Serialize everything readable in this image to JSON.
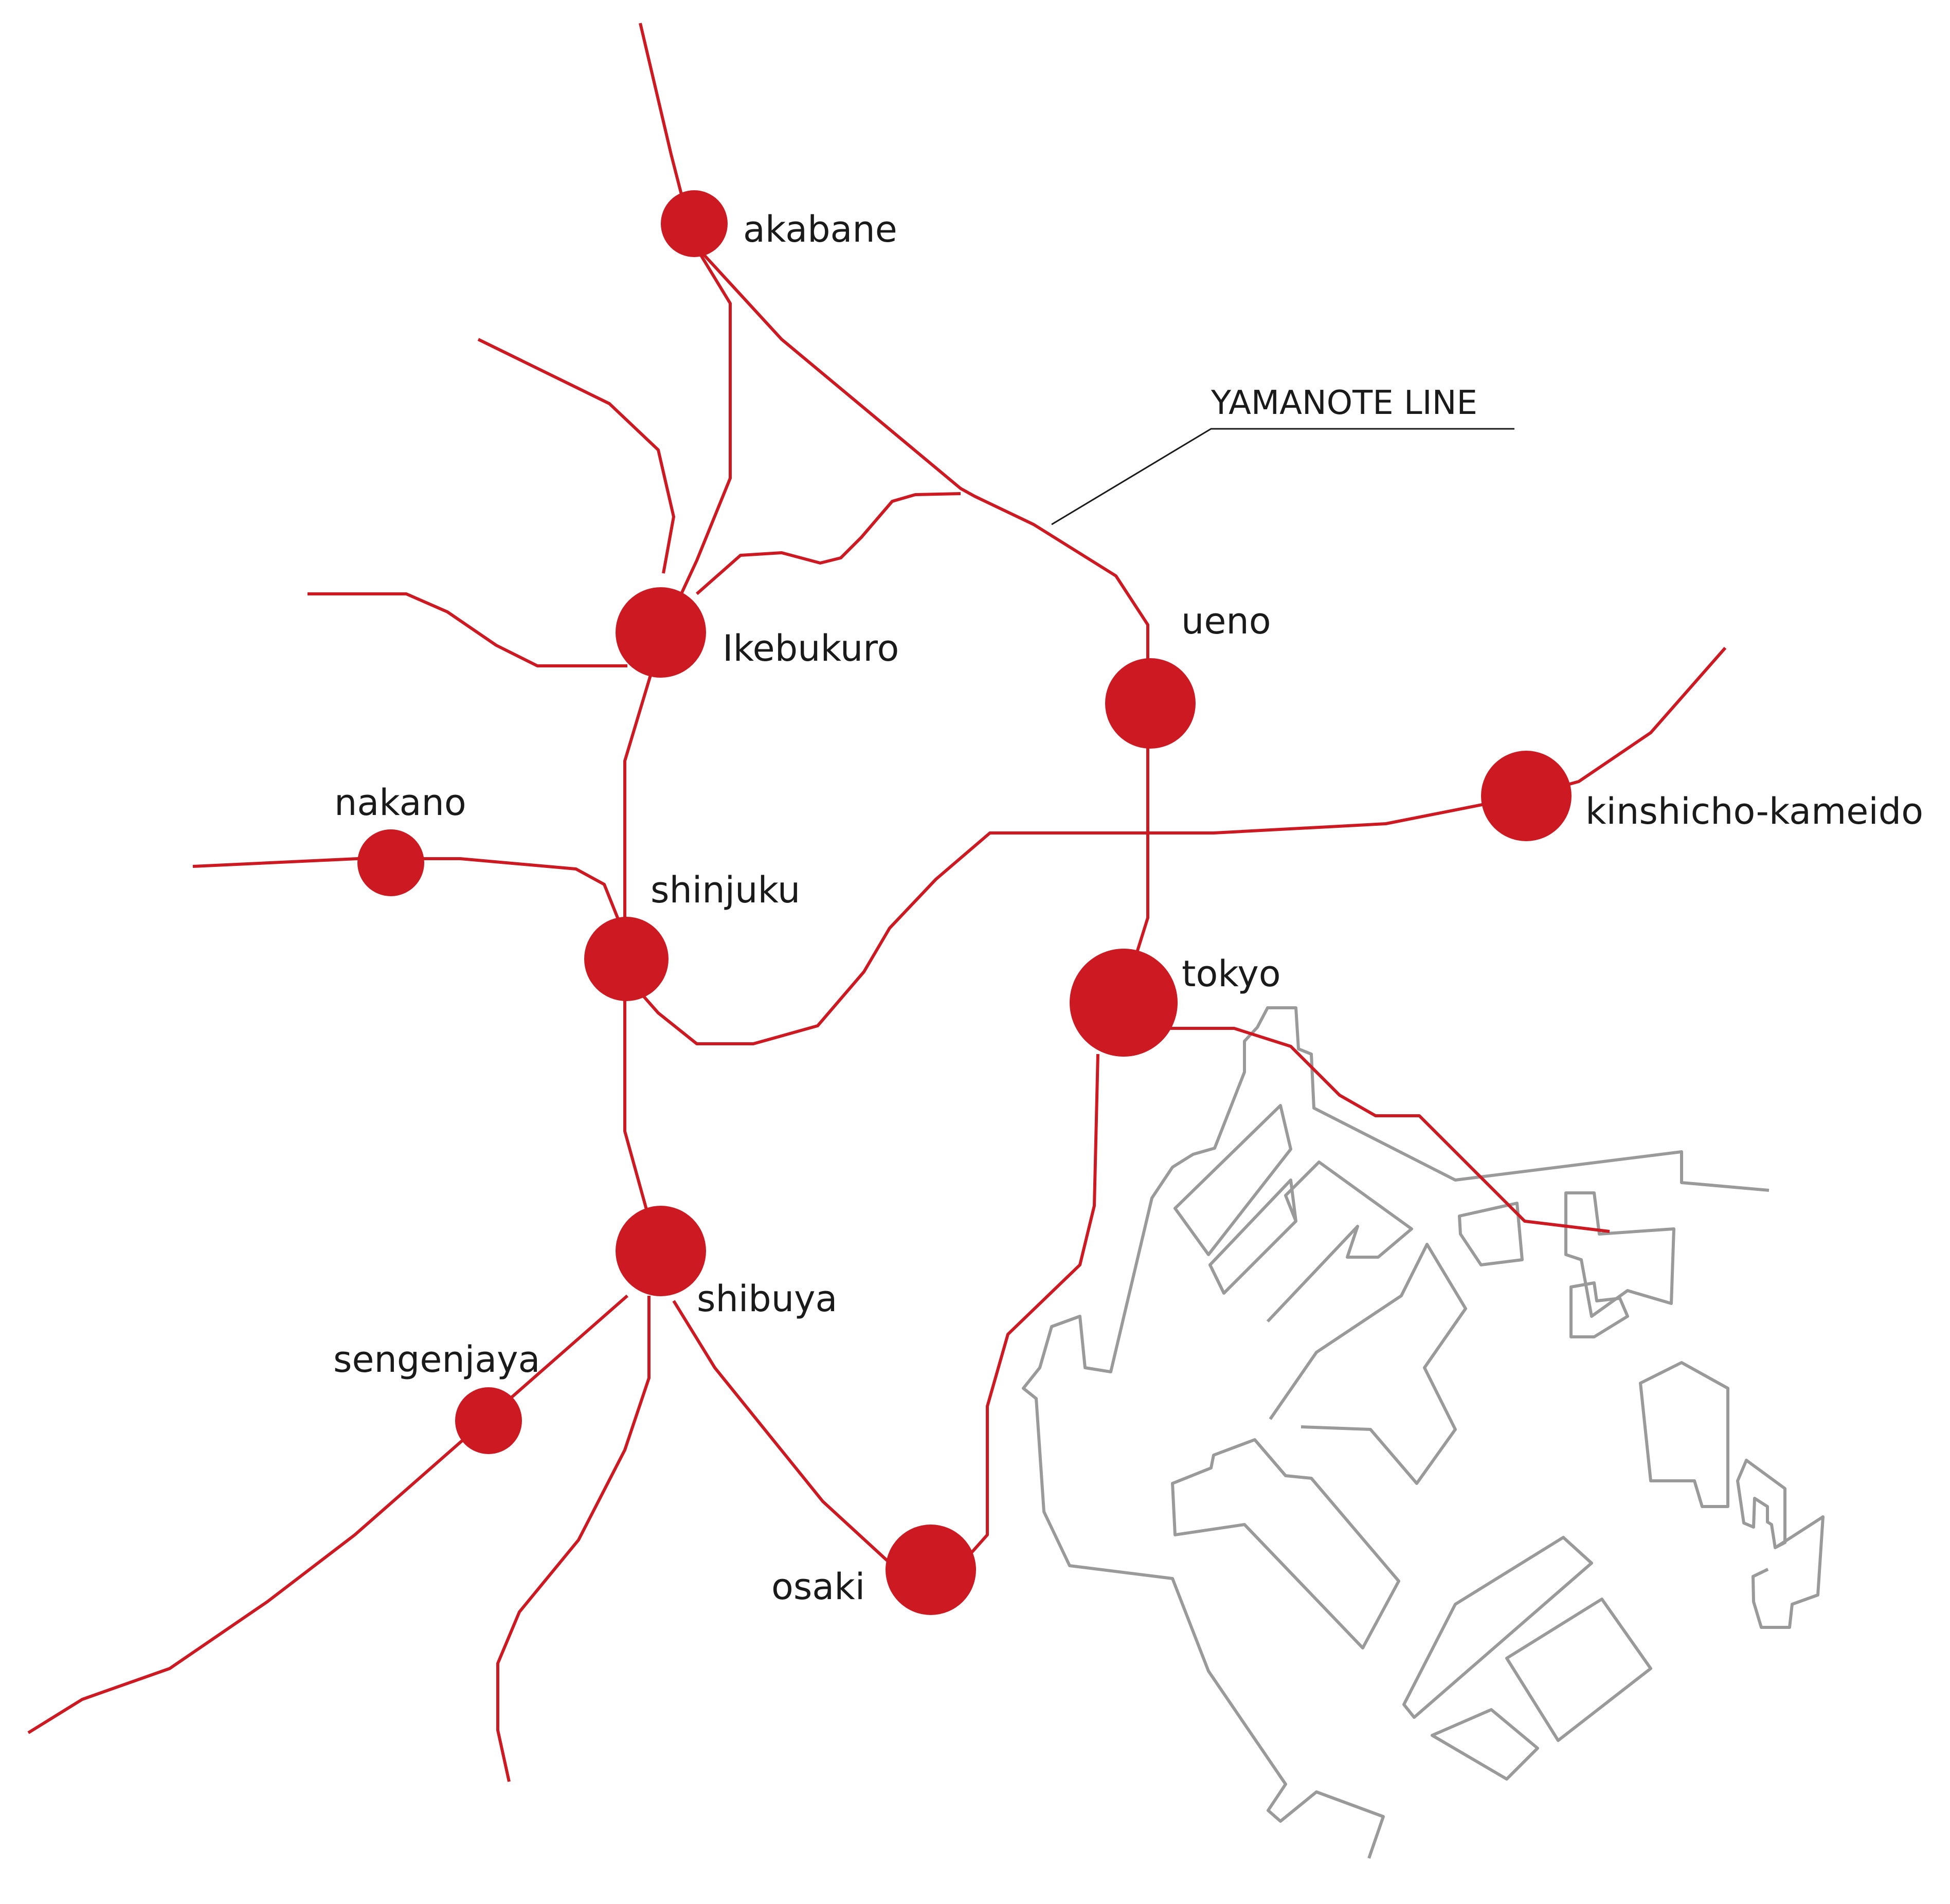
{
  "colors": {
    "rail": "#cc1922",
    "coastline": "#9a9a9a",
    "text": "#1a1a1a",
    "background": "#ffffff"
  },
  "map": {
    "line_label": "YAMANOTE LINE",
    "stations": [
      {
        "id": "akabane",
        "name": "akabane"
      },
      {
        "id": "ikebukuro",
        "name": "Ikebukuro"
      },
      {
        "id": "ueno",
        "name": "ueno"
      },
      {
        "id": "nakano",
        "name": "nakano"
      },
      {
        "id": "shinjuku",
        "name": "shinjuku"
      },
      {
        "id": "kinshicho-kameido",
        "name": "kinshicho-kameido"
      },
      {
        "id": "tokyo",
        "name": "tokyo"
      },
      {
        "id": "shibuya",
        "name": "shibuya"
      },
      {
        "id": "sengenjaya",
        "name": "sengenjaya"
      },
      {
        "id": "osaki",
        "name": "osaki"
      }
    ]
  }
}
